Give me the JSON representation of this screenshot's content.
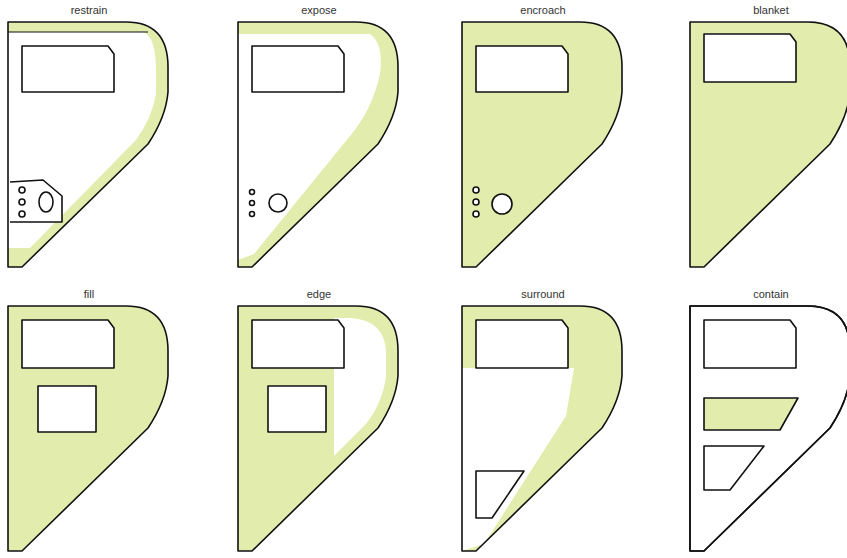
{
  "diagram": {
    "nodes": [
      {
        "text": [
          "restrain"
        ]
      },
      {
        "text": [
          "expose"
        ]
      },
      {
        "text": [
          "encroach"
        ]
      },
      {
        "text": [
          "blanket"
        ]
      },
      {
        "text": [
          "fill"
        ]
      },
      {
        "text": [
          "edge"
        ]
      },
      {
        "text": [
          "surround"
        ]
      },
      {
        "text": [
          "contain"
        ]
      }
    ]
  }
}
